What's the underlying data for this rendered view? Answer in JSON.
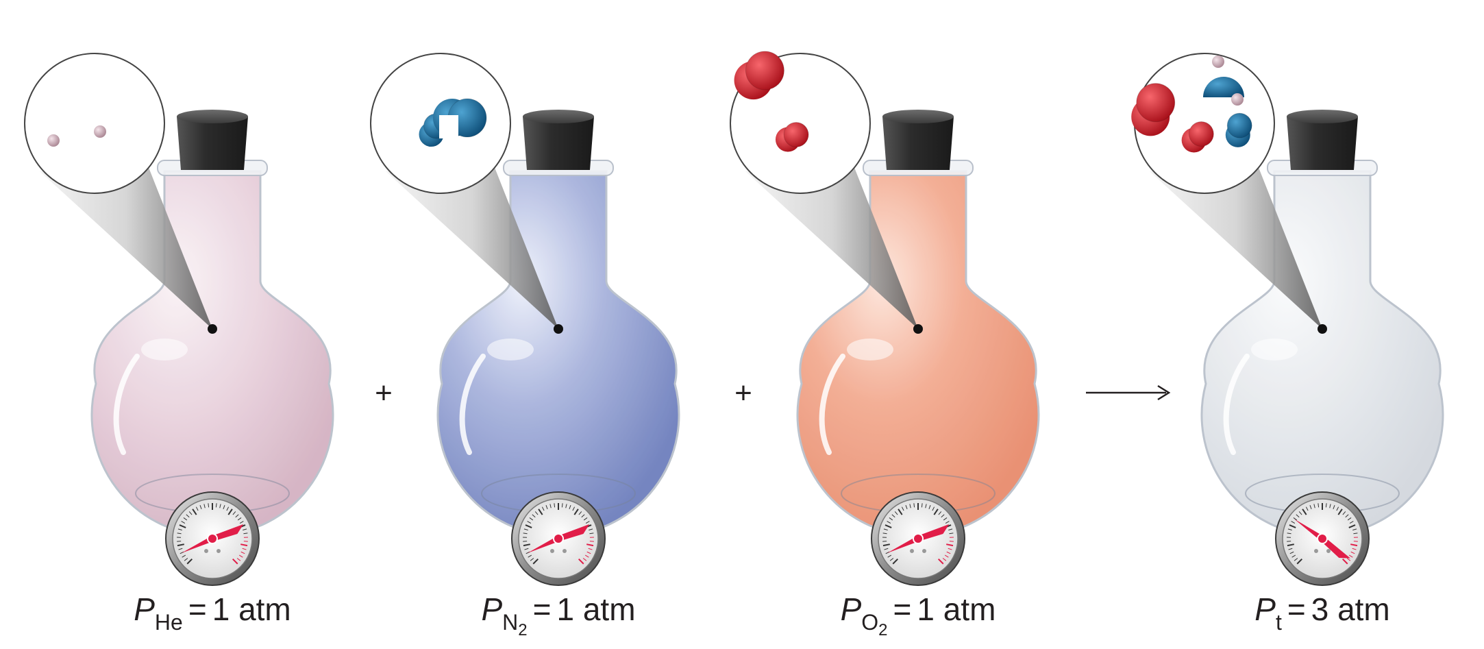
{
  "flasks": [
    {
      "id": "he",
      "gas_color": "#d9b9c9",
      "label": {
        "symbol": "P",
        "subscript": "He",
        "subscript_sub": "",
        "equals": "=",
        "value": "1 atm"
      },
      "gauge_needle": "low"
    },
    {
      "id": "n2",
      "gas_color": "#7f8fc4",
      "label": {
        "symbol": "P",
        "subscript": "N",
        "subscript_sub": "2",
        "equals": "=",
        "value": "1 atm"
      },
      "gauge_needle": "low"
    },
    {
      "id": "o2",
      "gas_color": "#ef9a7e",
      "label": {
        "symbol": "P",
        "subscript": "O",
        "subscript_sub": "2",
        "equals": "=",
        "value": "1 atm"
      },
      "gauge_needle": "low"
    },
    {
      "id": "total",
      "gas_color": "#e3e6ea",
      "label": {
        "symbol": "P",
        "subscript": "t",
        "subscript_sub": "",
        "equals": "=",
        "value": "3 atm"
      },
      "gauge_needle": "high"
    }
  ],
  "operators": {
    "plus_1": "+",
    "plus_2": "+",
    "arrow": "→"
  },
  "colors": {
    "helium_atom": "#c9a3ae",
    "nitrogen_molecule": "#1f6f9f",
    "oxygen_molecule": "#d9252f",
    "gauge_needle": "#e11d48",
    "stopper": "#3a3a3a"
  }
}
